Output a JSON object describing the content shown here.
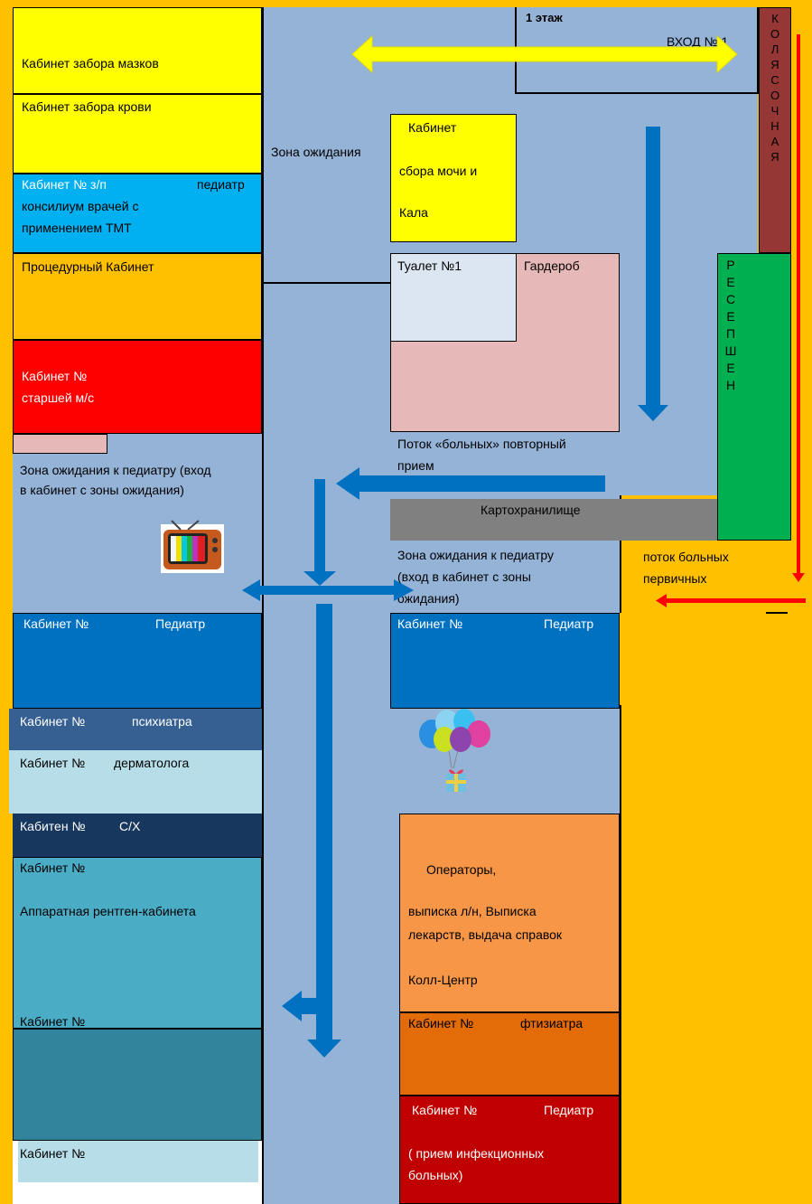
{
  "floor_label": "1 этаж",
  "entrance_label": "ВХОД № 1",
  "stroller_label": [
    "К",
    "О",
    "Л",
    "Я",
    "С",
    "О",
    "Ч",
    "Н",
    "А",
    "Я"
  ],
  "reception_label": [
    "Р",
    "Е",
    "С",
    "Е",
    "П",
    "Ш",
    "Е",
    "Н"
  ],
  "rooms": {
    "smears": "Кабинет  забора мазков",
    "blood": "Кабинет забора крови",
    "consilium_line1": "Кабинет № з/п",
    "consilium_pediatr": "педиатр",
    "consilium_line2": "консилиум врачей с",
    "consilium_line3": "применением ТМТ",
    "procedure": "Процедурный  Кабинет",
    "senior_line1": "Кабинет №",
    "senior_line2": "старшей м/с",
    "urine_line1": "Кабинет",
    "urine_line2": "сбора мочи и",
    "urine_line3": "Кала",
    "toilet": "Туалет №1",
    "wardrobe": "Гардероб",
    "archive": "Картохранилище",
    "ped_left_label": "Кабинет №",
    "ped_left_role": "Педиатр",
    "ped_right_label": "Кабинет №",
    "ped_right_role": "Педиатр",
    "psych_label": "Кабинет №",
    "psych_role": "психиатра",
    "derm_label": "Кабинет №",
    "derm_role": "дерматолога",
    "sh_label": "Кабитен  №",
    "sh_role": "С/Х",
    "xray_label": "Кабинет №",
    "xray_text": "Аппаратная рентген-кабинета",
    "cab_bottom1": "Кабинет №",
    "cab_bottom2": "Кабинет №",
    "operators_title": "Операторы,",
    "operators_line2": "выписка л/н,    Выписка",
    "operators_line3": "лекарств,  выдача справок",
    "callcenter": "Колл-Центр",
    "phtisio_label": "Кабинет №",
    "phtisio_role": "фтизиатра",
    "infect_label": "Кабинет №",
    "infect_role": "Педиатр",
    "infect_line2": "( прием    инфекционных",
    "infect_line3": "больных)"
  },
  "zones": {
    "waiting": "Зона ожидания",
    "waiting_ped_left_1": "Зона ожидания к педиатру (вход",
    "waiting_ped_left_2": "в кабинет с зоны ожидания)",
    "waiting_ped_right_1": "Зона ожидания к педиатру",
    "waiting_ped_right_2": "(вход в кабинет с зоны",
    "waiting_ped_right_3": "ожидания)"
  },
  "flows": {
    "repeat_1": "Поток «больных» повторный",
    "repeat_2": "прием",
    "primary_1": "поток больных",
    "primary_2": "первичных"
  },
  "colors": {
    "background": "#FFC000",
    "hall": "#95B3D7",
    "yellow_room": "#FFFF00",
    "consilium": "#00B0F0",
    "red_room": "#FF0000",
    "ped_blue": "#0070C0",
    "arrow_blue": "#0070C0",
    "arrow_yellow": "#FFFF00",
    "arrow_red": "#FF0000",
    "reception": "#00B050",
    "stroller": "#953735",
    "archive": "#808080",
    "wardrobe": "#E6B9B8",
    "toilet": "#DCE6F2",
    "operators": "#F79646",
    "phtisio": "#E36C09",
    "infect": "#C00000"
  },
  "icons": [
    "tv-icon",
    "balloons-icon",
    "gift-icon"
  ]
}
